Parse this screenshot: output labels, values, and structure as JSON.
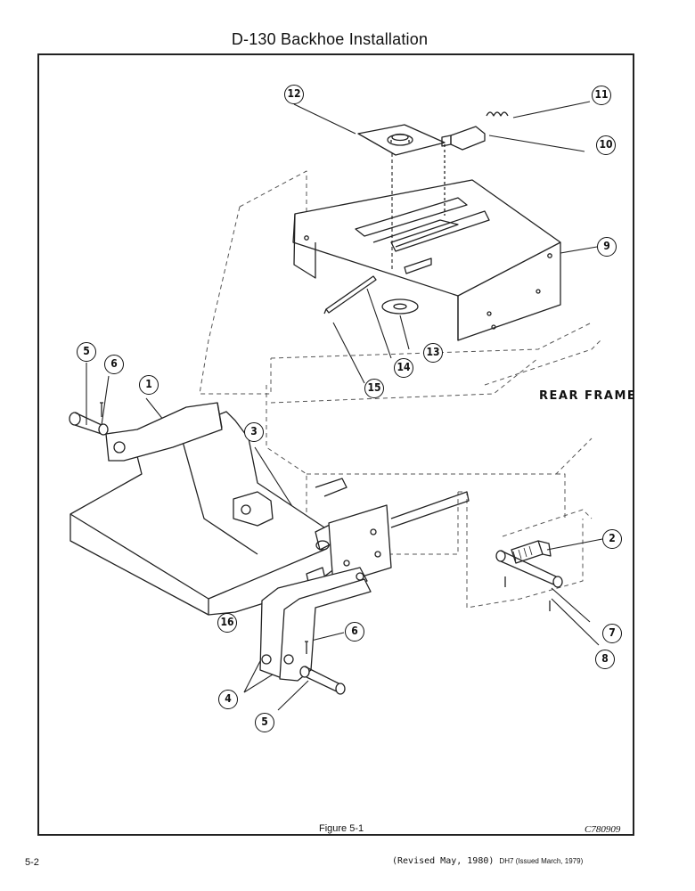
{
  "header": {
    "title": "D-130 Backhoe Installation"
  },
  "diagram": {
    "frame_label": "REAR FRAME",
    "callouts": [
      "12",
      "11",
      "10",
      "9",
      "13",
      "14",
      "15",
      "5",
      "6",
      "1",
      "3",
      "2",
      "16",
      "6",
      "7",
      "8",
      "4",
      "5"
    ]
  },
  "footer": {
    "caption": "Figure 5-1",
    "drawing_code": "C780909",
    "page_number": "5-2",
    "revision": "(Revised May, 1980)",
    "issue": "DH7 (Issued March, 1979)"
  }
}
